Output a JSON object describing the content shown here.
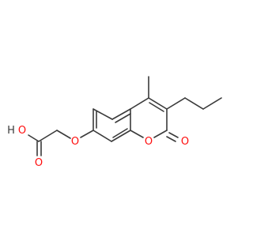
{
  "molecule": {
    "atoms": {
      "ring_oxygen": "O",
      "carbonyl_oxygen": "O",
      "ether_oxygen": "O",
      "acid_carbonyl_oxygen": "O",
      "hydroxyl_oxygen": "O",
      "hydroxyl_hydrogen": "H"
    },
    "colors": {
      "bond": "#3a3a3a",
      "oxygen": "#ff0d0d",
      "hydrogen": "#3a3a3a"
    }
  }
}
